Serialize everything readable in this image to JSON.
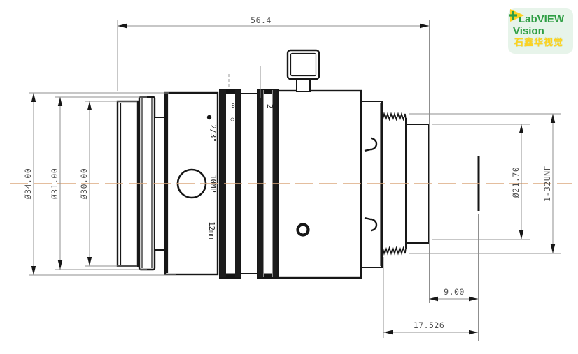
{
  "logo": {
    "brand_top": "LabVIEW",
    "brand_bottom": "Vision",
    "caption_cn": "石鑫华视觉"
  },
  "dimensions": {
    "overall_length": "56.4",
    "body_outer_dia": "Ø34.00",
    "front_ring_dia": "Ø31.00",
    "front_barrel_dia": "Ø30.00",
    "rear_cylinder_dia": "Ø21.70",
    "mount_thread": "1-32UNF",
    "rear_protrusion": "9.00",
    "flange_distance": "17.526"
  },
  "lens_markings": {
    "sensor_format": "2/3\"",
    "resolution": "10MP",
    "focal_length": "12mm",
    "focus_ring_infinity": "∞",
    "focus_ring_index": "○",
    "iris_ring_value": "2"
  },
  "colors": {
    "centerline": "#dca97e",
    "outline": "#171717",
    "dimension_gray": "#8f8f8f",
    "logo_green": "#2f9e44",
    "logo_yellow": "#ffd21e",
    "logo_background": "#e7f4ea"
  }
}
